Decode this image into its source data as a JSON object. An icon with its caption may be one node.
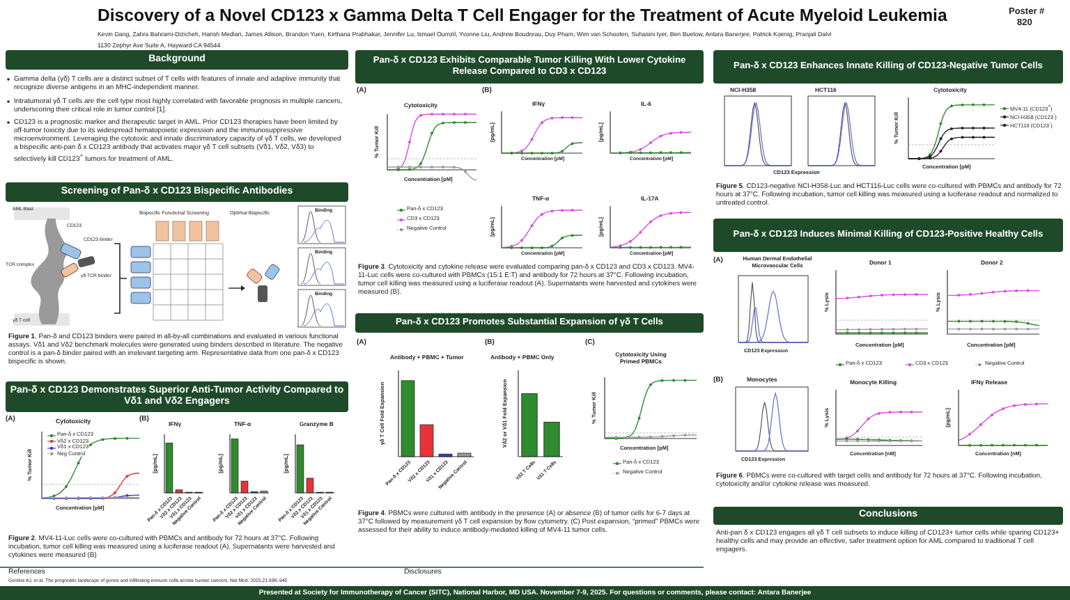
{
  "diagram": {
    "title": "Discovery of a Novel CD123 x Gamma Delta T Cell Engager for the Treatment of Acute Myeloid Leukemia",
    "nodes": [
      {
        "text": [
          "Background"
        ]
      },
      {
        "text": [
          "Screening of Pan-δ x CD123 Bispecific Antibodies"
        ]
      },
      {
        "text": [
          "Pan-δ x CD123 Demonstrates Superior Anti-Tumor Activity Compared to Vδ1 and Vδ2 Engagers"
        ]
      },
      {
        "text": [
          "Pan-δ x CD123 Exhibits Comparable Tumor Killing With Lower Cytokine Release Compared to CD3 x CD123"
        ]
      },
      {
        "text": [
          "Pan-δ x CD123 Promotes Substantial Expansion of γδ T Cells"
        ]
      },
      {
        "text": [
          "Pan-δ x CD123 Enhances Innate Killing of CD123-Negative Tumor Cells"
        ]
      },
      {
        "text": [
          "Pan-δ x CD123 Induces Minimal Killing of CD123-Positive Healthy Cells"
        ]
      },
      {
        "text": [
          "Conclusions"
        ]
      },
      {
        "text": [
          "Presented at Society for Immunotherapy of Cancer (SITC), National Harbor, MD USA. November 7-9, 2025. For questions or comments, please contact: Antara Banerjee"
        ]
      }
    ],
    "labels": [
      "Kevin Dang, Zahra Bahrami-Dizicheh, Harish Medlari, James Allison, Brandon Yuen, Kirthana Prabhakar, Jennifer Lu, Ismael Oumzil, Yvonne Liu, Andrew Boudreau, Duy Pham, Wim van Schooten, Suhasini Iyer, Ben Buelow, Antara Banerjee, Patrick Koenig, Pranjali Dalvi",
      "1130 Zephyr Ave Suite A, Hayward CA 94544",
      "Poster #",
      "820",
      "Gamma delta (γδ) T cells are a distinct subset of T cells with features of innate and adaptive immunity that recognize diverse antigens in an MHC-independent manner.",
      "Intratumoral γδ T cells are the cell type most highly correlated with favorable prognosis in multiple cancers, underscoring their critical role in tumor control [1].",
      "CD123 is a prognostic marker and therapeutic target in AML. Prior CD123 therapies have been limited by off-tumor toxicity due to its widespread hematopoietic expression and the immunosuppressive microenvironment. Leveraging the cytotoxic and innate discriminatory capacity of γδ T cells, we developed a bispecific anti-pan δ x CD123 antibody that activates major γδ T cell subsets (Vδ1, Vδ2, Vδ3) to selectively kill CD123$^{+}$ tumors for treatment of AML.",
      "AML blast",
      "CD123",
      "CD123 binder",
      "TCR complex",
      "γδ TCR binder",
      "γδ T cell",
      "Bispecific Functional Screening",
      "Optimal Bispecific",
      "Binding",
      "Binding",
      "Binding",
      "**Figure 1**. Pan-δ and CD123 binders were paired in all-by-all combinations and evaluated in various functional assays. Vδ1 and Vδ2 benchmark molecules were generated using binders described in literature. The negative control is a pan-δ binder paired with an irrelevant targeting arm. Representative data from one pan-δ x CD123 bispecific is shown.",
      "(A)",
      "Cytotoxicity",
      "% Tumor Kill",
      "Concentration [pM]",
      "Pan-δ x CD123",
      "Vδ2 x CD123",
      "Vδ1 x CD123",
      "Neg Control",
      "(B)",
      "IFNγ",
      "[pg/mL]",
      "Pan-δ x CD123",
      "Vδ2 x CD123",
      "Vδ1 x CD123",
      "Negative Control",
      "TNF-α",
      "[pg/mL]",
      "Pan-δ x CD123",
      "Vδ2 x CD123",
      "Vδ1 x CD123",
      "Negative Control",
      "Granzyme B",
      "[pg/mL]",
      "Pan-δ x CD123",
      "Vδ2 x CD123",
      "Vδ1 x CD123",
      "Negative Control",
      "**Figure 2**. MV4-11-Luc cells were co-cultured with PBMCs and antibody for 72 hours at 37°C. Following incubation, tumor cell killing was measured using a luciferase readout (A). Supernatants were harvested and cytokines were measured (B)",
      "References",
      "Gentles AJ, et al. The prognostic landscape of genes and infiltrating immune cells across human cancers. Nat Med. 2015;21:938–945",
      "(A)",
      "Cytotoxicity",
      "% Tumor Kill",
      "Concentration [pM]",
      "Pan-δ x CD123",
      "CD3 x CD123",
      "Negative Control",
      "(B)",
      "IFNγ",
      "[pg/mL]",
      "Concentration [pM]",
      "IL-6",
      "[pg/mL]",
      "Concentration [pM]",
      "TNF-α",
      "[pg/mL]",
      "Concentration [pM]",
      "IL-17A",
      "[pg/mL]",
      "Concentration [pM]",
      "**Figure 3**. Cytotoxicity and cytokine release were evaluated comparing pan-δ x CD123 and CD3 x CD123. MV4-11-Luc cells were co-cultured with PBMCs (15:1 E:T) and antibody for 72 hours at 37°C. Following incubation, tumor cell killing was measured using a luciferase readout (A). Supernatants were harvested and cytokines were measured (B).",
      "(A)",
      "Antibody + PBMC + Tumor",
      "γδ T Cell Fold Expansion",
      "Pan-δ x CD123",
      "Vδ2 x CD123",
      "Vδ1 x CD123",
      "Negative Control",
      "(B)",
      "Antibody + PBMC Only",
      "Vδ2 or Vδ1 Fold Expansion",
      "Vδ2 T Cells",
      "Vδ1 T Cells",
      "(C)",
      "Cytotoxicity Using Primed PBMCs",
      "% Tumor Kill",
      "Concentration [pM]",
      "Pan-δ x CD123",
      "Negative Control",
      "**Figure 4**. PBMCs were cultured with antibody in the presence (A) or absence (B) of tumor cells for 6-7 days at 37°C followed by measurement γδ T cell expansion by flow cytometry. (C) Post expansion, “primed” PBMCs were assessed for their ability to induce antibody-mediated killing of MV4-11 tumor cells.",
      "Disclosures",
      "NCI-H358",
      "HCT116",
      "CD123 Expression",
      "Cytotoxicity",
      "% Tumor Kill",
      "Concentration [pM]",
      "MV4-11 (CD123$^{+}$)",
      "NCI-H358 (CD123$^{-}$)",
      "HCT116 (CD123$^{-}$)",
      "**Figure 5**. CD123-negative NCI-H358-Luc and HCT116-Luc cells were co-cultured with PBMCs and antibody for 72 hours at 37°C. Following incubation, tumor cell killing was measured using a luciferase readout and normalized to untreated control.",
      "(A)",
      "Human Dermal Endothelial Microvascular Cells",
      "CD123 Expression",
      "Donor 1",
      "% Lysis",
      "Concentration [pM]",
      "Donor 2",
      "% Lysis",
      "Concentration [pM]",
      "Pan-δ x CD123",
      "CD3 x CD123",
      "Negative Control",
      "(B)",
      "Monocytes",
      "CD123 Expression",
      "Monocyte Killing",
      "% Lysis",
      "Concentration [nM]",
      "IFNγ Release",
      "[pg/mL]",
      "Concentration [nM]",
      "**Figure 6**. PBMCs were co-cultured with target cells and antibody for 72 hours at 37°C. Following incubation, cytotoxicity and/or cytokine release was measured.",
      "Anti-pan δ x CD123 engages all γδ T cell subsets to induce killing of CD123+ tumor cells while sparing CD123+ healthy cells and may provide an effective, safer treatment option for AML compared to traditional T cell engagers."
    ]
  }
}
